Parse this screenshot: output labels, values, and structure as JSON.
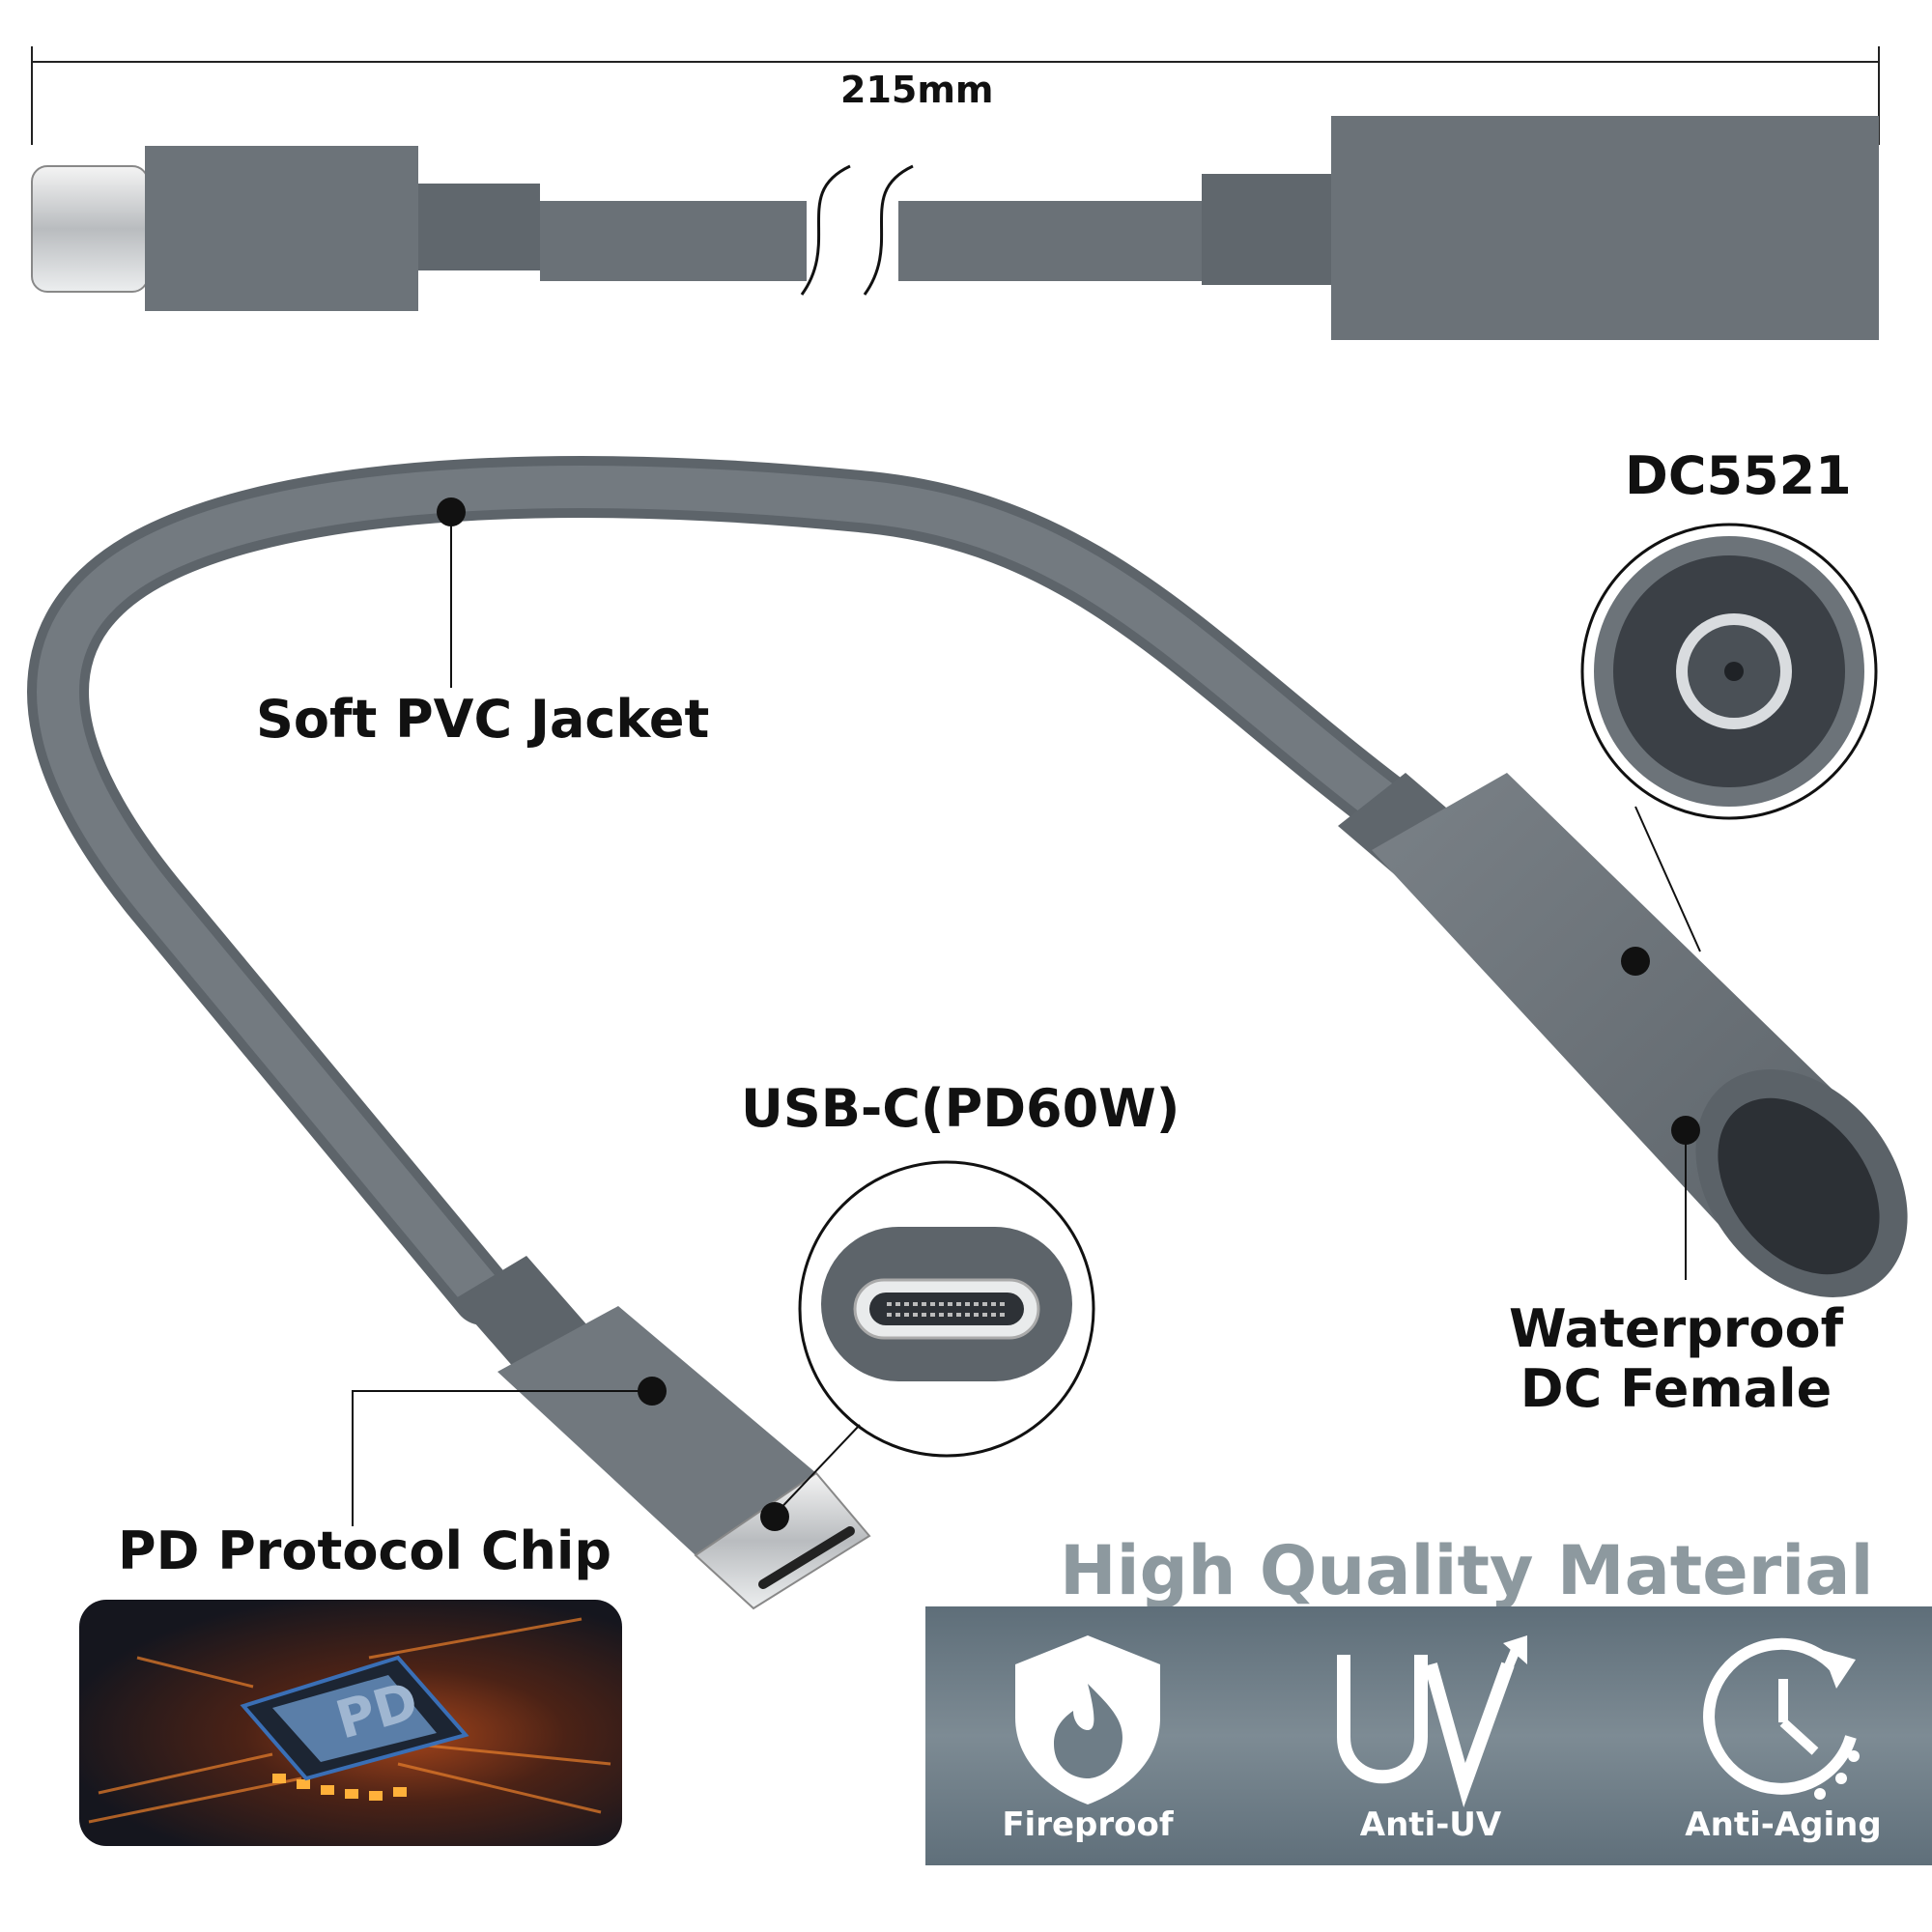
{
  "dimension": {
    "length_label": "215mm"
  },
  "callouts": {
    "dc_connector": "DC5521",
    "jacket": "Soft PVC Jacket",
    "usb_connector": "USB-C(PD60W)",
    "waterproof_line1": "Waterproof",
    "waterproof_line2": "DC Female",
    "chip": "PD Protocol Chip"
  },
  "chip_photo": {
    "chip_text": "PD"
  },
  "quality": {
    "title": "High Quality Material",
    "features": [
      {
        "label": "Fireproof",
        "icon": "fire-shield-icon"
      },
      {
        "label": "Anti-UV",
        "icon": "uv-arrow-icon"
      },
      {
        "label": "Anti-Aging",
        "icon": "clock-refresh-icon"
      }
    ]
  },
  "colors": {
    "cable_gray": "#6b7278",
    "cable_dark": "#565c62",
    "banner_blue_gray": "#6e7d87",
    "title_gray": "#8d999f"
  }
}
